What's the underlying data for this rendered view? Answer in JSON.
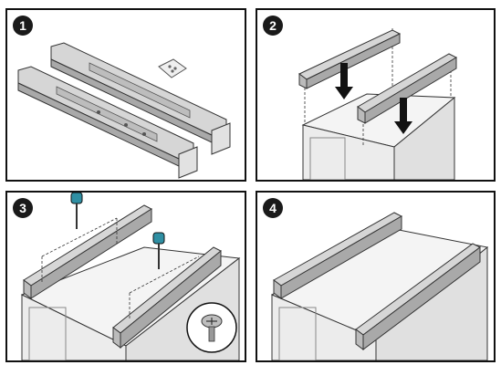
{
  "steps": [
    {
      "number": "1"
    },
    {
      "number": "2"
    },
    {
      "number": "3"
    },
    {
      "number": "4"
    }
  ],
  "colors": {
    "rail_fill": "#d6d6d6",
    "rail_shade": "#a9a9a9",
    "rail_dark": "#7a7a7a",
    "cabinet_fill": "#f4f4f4",
    "outline": "#333333",
    "arrow": "#111111",
    "screw_teal": "#2f8fa3"
  }
}
